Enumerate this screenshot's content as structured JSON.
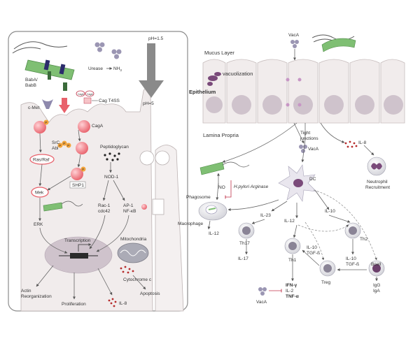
{
  "colors": {
    "panel_border": "#8c8c8c",
    "cell_fill": "#f1ecec",
    "pink_node": "#e8616b",
    "bacteria_green": "#7fbf73",
    "arrow_gray": "#6a6a6a",
    "orange_p": "#f2a33a",
    "nucleus": "#cfc3cc",
    "purple": "#7a4a7a",
    "red_dots": "#b52a2a",
    "gray_particle": "#9b96b3"
  },
  "left": {
    "ph_top": "pH=1.5",
    "ph_bottom": "pH=5",
    "urease": "Urease",
    "nh3_base": "NH",
    "nh3_sub": "3",
    "baba": "BabA/",
    "babb": "BabB",
    "cag_a1": "CagA",
    "cag_a2": "CagA",
    "cag_t4ss": "Cag T4SS",
    "cmet": "c-Met",
    "p": "P",
    "caga": "CagA",
    "src": "SrC",
    "abl": "Abl",
    "peptidoglycan": "Peptidoglycan",
    "ras_raf": "Ras/Raf",
    "shp1": "SHP1",
    "nod1": "NOD-1",
    "mek": "Mek",
    "rac1": "Rac-1",
    "cdc42": "cdc42",
    "ap1": "AP-1",
    "nfkb": "NF-κB",
    "erk": "ERK",
    "transcription": "Transcription",
    "mitochondria": "Mitochondria",
    "cytochrome": "Cytochrome c",
    "apoptosis": "Apoptosis",
    "actin1": "Actin",
    "actin2": "Reorganization",
    "proliferation": "Proliferation",
    "il8": "IL-8"
  },
  "right": {
    "vaca_top": "VacA",
    "mucus_layer": "Mucus Layer",
    "vacuolization": "vacuolization",
    "epithelium": "Epithelium",
    "lamina_propria": "Lamina Propria",
    "tight1": "Tight",
    "tight2": "junctions",
    "vaca_mid": "VacA",
    "il8": "IL-8",
    "neutrophil1": "Neutrophil",
    "neutrophil2": "Recruitment",
    "dc": "DC",
    "no": "NO",
    "arginase_h": "H.",
    "arginase_rest": "pylori Arginase",
    "phagosome": "Phagosome",
    "il23": "IL-23",
    "il12a": "IL-12",
    "il10a": "IL-10",
    "macrophage": "Macrophage",
    "il12b": "IL-12",
    "th17": "Th17",
    "il17": "IL-17",
    "th1": "Th1",
    "il10b": "IL-10",
    "tgfb1": "TGF-ß",
    "th2": "Th2",
    "il10c": "IL-10",
    "tgfb2": "TGF-ß",
    "treg": "Treg",
    "bcell": "Bcell",
    "ifn": "IFN-γ",
    "il2": "IL-2",
    "tnf": "TNF-α",
    "igg": "IgG",
    "iga": "IgA",
    "vaca_bottom": "VacA"
  }
}
